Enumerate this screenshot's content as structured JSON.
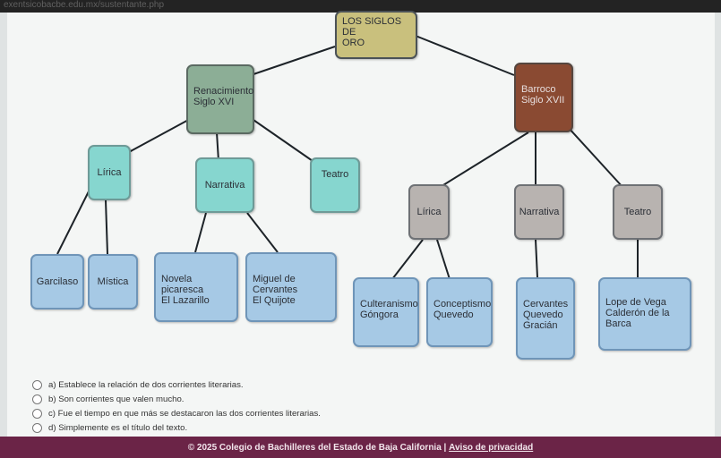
{
  "browser": {
    "url": "exentsicobacbe.edu.mx/sustentante.php"
  },
  "diagram": {
    "root": [
      "LOS SIGLOS DE",
      "ORO"
    ],
    "renacimiento": [
      "Renacimiento",
      "Siglo XVI"
    ],
    "barroco": [
      "Barroco",
      "Siglo XVII"
    ],
    "ren_lirica": "Lírica",
    "ren_narrativa": "Narrativa",
    "ren_teatro": "Teatro",
    "garcilaso": "Garcilaso",
    "mistica": "Mística",
    "novela": [
      "Novela picaresca",
      "El Lazarillo"
    ],
    "cervantes_quijote": [
      "Miguel de Cervantes",
      "El Quijote"
    ],
    "bar_lirica": "Lírica",
    "bar_narrativa": "Narrativa",
    "bar_teatro": "Teatro",
    "culteranismo": [
      "Culteranismo",
      "Góngora"
    ],
    "conceptismo": [
      "Conceptismo",
      "Quevedo"
    ],
    "narr_autores": [
      "Cervantes",
      "Quevedo",
      "Gracián"
    ],
    "teatro_autores": [
      "Lope de Vega",
      "Calderón de la Barca"
    ]
  },
  "options": [
    "a) Establece la relación de dos corrientes literarias.",
    "b) Son corrientes que valen mucho.",
    "c) Fue el tiempo en que más se destacaron las dos corrientes literarias.",
    "d) Simplemente es el título del texto."
  ],
  "footer": {
    "text": "© 2025 Colegio de Bachilleres del Estado de Baja California |",
    "link": "Aviso de privacidad"
  },
  "colors": {
    "footer_bg": "#6b2447",
    "teal_node": "#86d6cf",
    "blue_node": "#a6c9e5",
    "gray_node": "#b8b3b0",
    "barroco_node": "#8a4a32",
    "root_node": "#c9c07d"
  }
}
